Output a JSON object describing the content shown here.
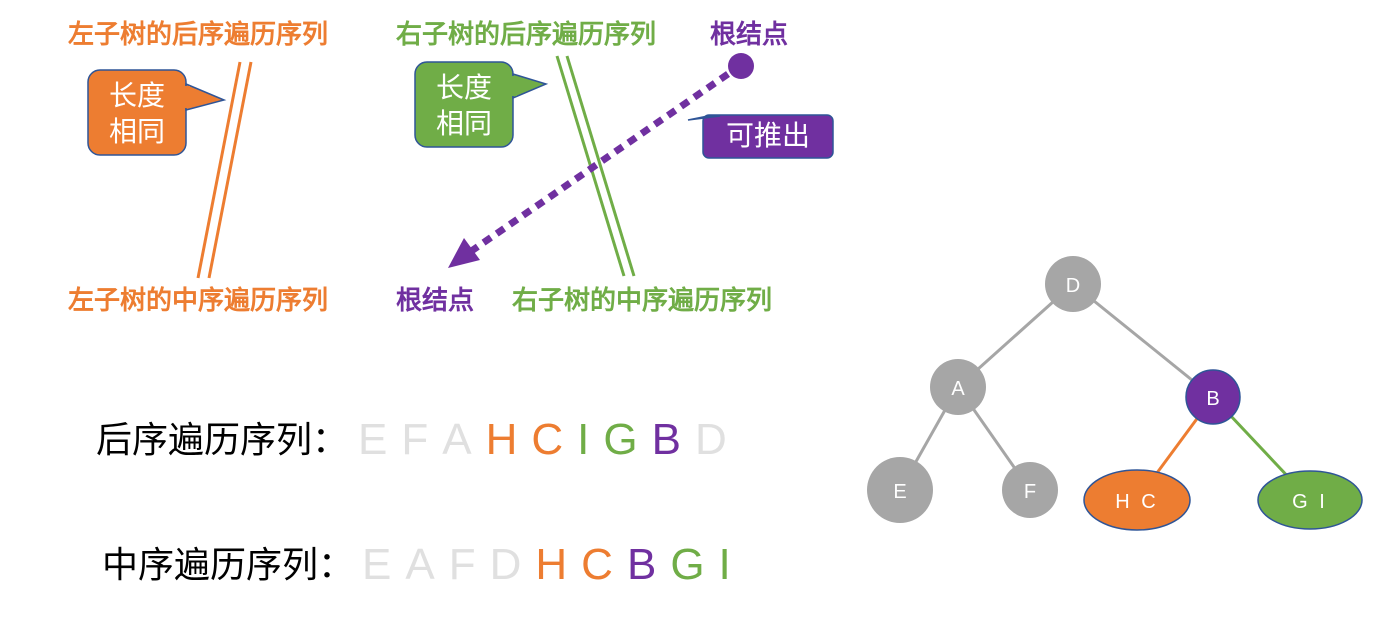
{
  "top": {
    "left_postorder": "左子树的后序遍历序列",
    "right_postorder": "右子树的后序遍历序列",
    "root_top": "根结点",
    "left_inorder": "左子树的中序遍历序列",
    "root_bottom": "根结点",
    "right_inorder": "右子树的中序遍历序列"
  },
  "callouts": {
    "orange_line1": "长度",
    "orange_line2": "相同",
    "green_line1": "长度",
    "green_line2": "相同",
    "purple": "可推出"
  },
  "postorder": {
    "label": "后序遍历序列：",
    "letters": [
      {
        "ch": "E",
        "color": "grey"
      },
      {
        "ch": "F",
        "color": "grey"
      },
      {
        "ch": "A",
        "color": "grey"
      },
      {
        "ch": "H",
        "color": "orange"
      },
      {
        "ch": "C",
        "color": "orange"
      },
      {
        "ch": "I",
        "color": "green"
      },
      {
        "ch": "G",
        "color": "green"
      },
      {
        "ch": "B",
        "color": "purple"
      },
      {
        "ch": "D",
        "color": "grey"
      }
    ]
  },
  "inorder": {
    "label": "中序遍历序列：",
    "letters": [
      {
        "ch": "E",
        "color": "grey"
      },
      {
        "ch": "A",
        "color": "grey"
      },
      {
        "ch": "F",
        "color": "grey"
      },
      {
        "ch": "D",
        "color": "grey"
      },
      {
        "ch": "H",
        "color": "orange"
      },
      {
        "ch": "C",
        "color": "orange"
      },
      {
        "ch": "B",
        "color": "purple"
      },
      {
        "ch": "G",
        "color": "green"
      },
      {
        "ch": "I",
        "color": "green"
      }
    ]
  },
  "tree": {
    "nodes": {
      "D": "D",
      "A": "A",
      "B": "B",
      "E": "E",
      "F": "F",
      "HC": "H C",
      "GI": "G I"
    }
  },
  "colors": {
    "orange": "#ED7D31",
    "green": "#70AD47",
    "purple": "#7030A0",
    "grey": "#A6A6A6",
    "light_grey": "#E0E0E0"
  }
}
